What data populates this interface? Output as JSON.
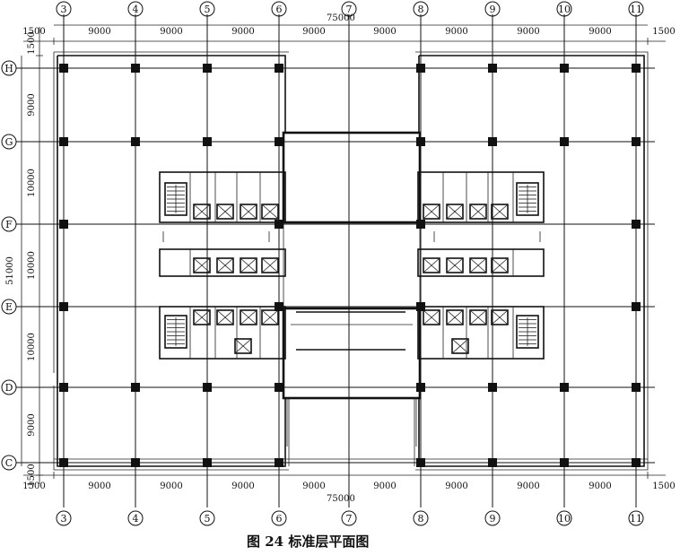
{
  "caption": "图 24   标准层平面图",
  "top_total_dim": "75000",
  "bottom_total_dim": "75000",
  "left_total_dim": "51000",
  "x_axes": [
    "3",
    "4",
    "5",
    "6",
    "7",
    "8",
    "9",
    "10",
    "11"
  ],
  "y_axes": [
    "H",
    "G",
    "F",
    "E",
    "D",
    "C"
  ],
  "top_dims": [
    "1500",
    "9000",
    "9000",
    "9000",
    "9000",
    "9000",
    "9000",
    "9000",
    "9000",
    "1500"
  ],
  "bottom_dims": [
    "1500",
    "9000",
    "9000",
    "9000",
    "9000",
    "9000",
    "9000",
    "9000",
    "9000",
    "1500"
  ],
  "left_dims": [
    "1500",
    "9000",
    "10000",
    "10000",
    "10000",
    "9000",
    "1500"
  ]
}
